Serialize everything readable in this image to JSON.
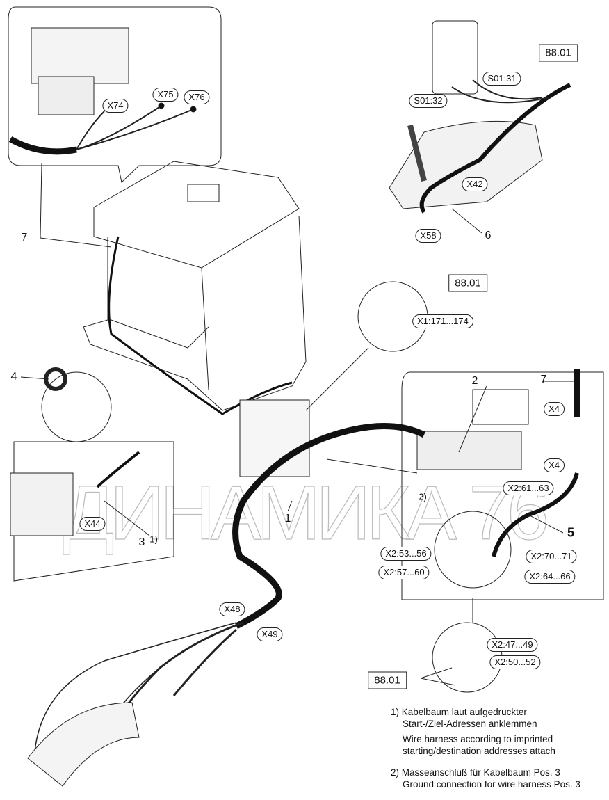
{
  "watermark": "ДИНАМИКА 76",
  "callouts": {
    "x74": "X74",
    "x75": "X75",
    "x76": "X76",
    "s01_31": "S01:31",
    "s01_32": "S01:32",
    "x42": "X42",
    "x58": "X58",
    "x1": "X1:171...174",
    "x4_top": "X4",
    "x4_bottom": "X4",
    "x2_61": "X2:61...63",
    "x2_53": "X2:53...56",
    "x2_70": "X2:70...71",
    "x2_57": "X2:57...60",
    "x2_64": "X2:64...66",
    "x44": "X44",
    "x48": "X48",
    "x49": "X49",
    "x2_47": "X2:47...49",
    "x2_50": "X2:50...52"
  },
  "refs": {
    "top_right": "88.01",
    "middle": "88.01",
    "bottom": "88.01"
  },
  "positions": {
    "p7_left": "7",
    "p6": "6",
    "p4": "4",
    "p2": "2",
    "p7_right": "7",
    "note2_marker": "2)",
    "p1": "1",
    "p5": "5",
    "p3": "3",
    "note1_marker": "1)"
  },
  "notes": {
    "n1_line1": "1) Kabelbaum laut aufgedruckter",
    "n1_line2": "Start-/Ziel-Adressen anklemmen",
    "n1_line3": "Wire harness according to imprinted",
    "n1_line4": "starting/destination addresses attach",
    "n2_line1": "2) Masseanschluß für Kabelbaum Pos. 3",
    "n2_line2": "Ground connection for wire harness Pos. 3"
  }
}
